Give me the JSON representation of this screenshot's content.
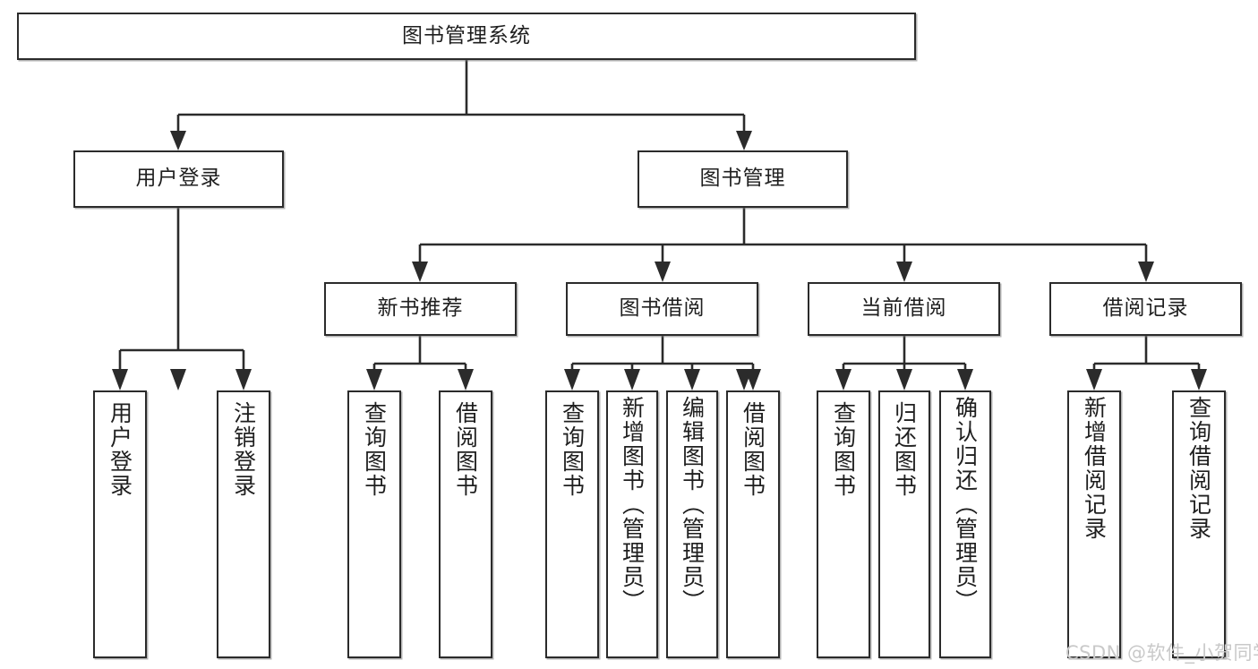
{
  "diagram": {
    "title": "图书管理系统",
    "type": "tree-hierarchy-chart",
    "colors": {
      "node_border": "#2b2b2b",
      "node_fill": "#ffffff",
      "edge": "#2b2b2b",
      "watermark": "#c9c9c9",
      "background": "#ffffff"
    }
  },
  "nodes": {
    "root": {
      "label": "图书管理系统"
    },
    "level2": [
      {
        "id": "user-login",
        "label": "用户登录"
      },
      {
        "id": "book-management",
        "label": "图书管理"
      }
    ],
    "level3": [
      {
        "id": "new-book-recommend",
        "label": "新书推荐"
      },
      {
        "id": "book-borrow",
        "label": "图书借阅"
      },
      {
        "id": "current-borrow",
        "label": "当前借阅"
      },
      {
        "id": "borrow-record",
        "label": "借阅记录"
      }
    ],
    "leaves": {
      "user-login": [
        {
          "id": "leaf-user-login",
          "label": "用户登录"
        },
        {
          "id": "leaf-logout",
          "label": "注销登录"
        }
      ],
      "new-book-recommend": [
        {
          "id": "leaf-query-book-1",
          "label": "查询图书"
        },
        {
          "id": "leaf-borrow-book-1",
          "label": "借阅图书"
        }
      ],
      "book-borrow": [
        {
          "id": "leaf-query-book-2",
          "label": "查询图书"
        },
        {
          "id": "leaf-add-book-admin",
          "label": "新增图书（管理员）"
        },
        {
          "id": "leaf-edit-book-admin",
          "label": "编辑图书（管理员）"
        },
        {
          "id": "leaf-borrow-book-2",
          "label": "借阅图书"
        }
      ],
      "current-borrow": [
        {
          "id": "leaf-query-book-3",
          "label": "查询图书"
        },
        {
          "id": "leaf-return-book",
          "label": "归还图书"
        },
        {
          "id": "leaf-confirm-return-admin",
          "label": "确认归还（管理员）"
        }
      ],
      "borrow-record": [
        {
          "id": "leaf-add-borrow-record",
          "label": "新增借阅记录"
        },
        {
          "id": "leaf-query-borrow-record",
          "label": "查询借阅记录"
        }
      ]
    }
  },
  "watermark": {
    "text": "CSDN @软件_小贺同学"
  }
}
